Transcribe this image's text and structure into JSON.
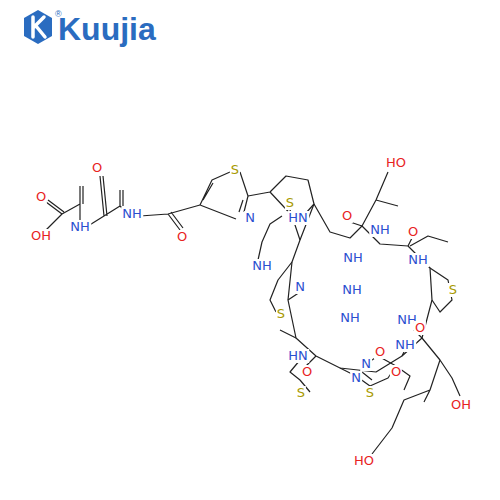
{
  "diagram": {
    "labels": [
      "Kuujia",
      "®",
      "O",
      "O",
      "NH",
      "OH",
      "NH",
      "O",
      "S",
      "N",
      "NH",
      "S",
      "HN",
      "O",
      "HO",
      "O",
      "NH",
      "NH",
      "NH",
      "NH",
      "S",
      "S",
      "N",
      "NH",
      "NH",
      "O",
      "HN",
      "O",
      "S",
      "O",
      "N",
      "NH",
      "N",
      "O",
      "S",
      "OH",
      "HO"
    ]
  }
}
